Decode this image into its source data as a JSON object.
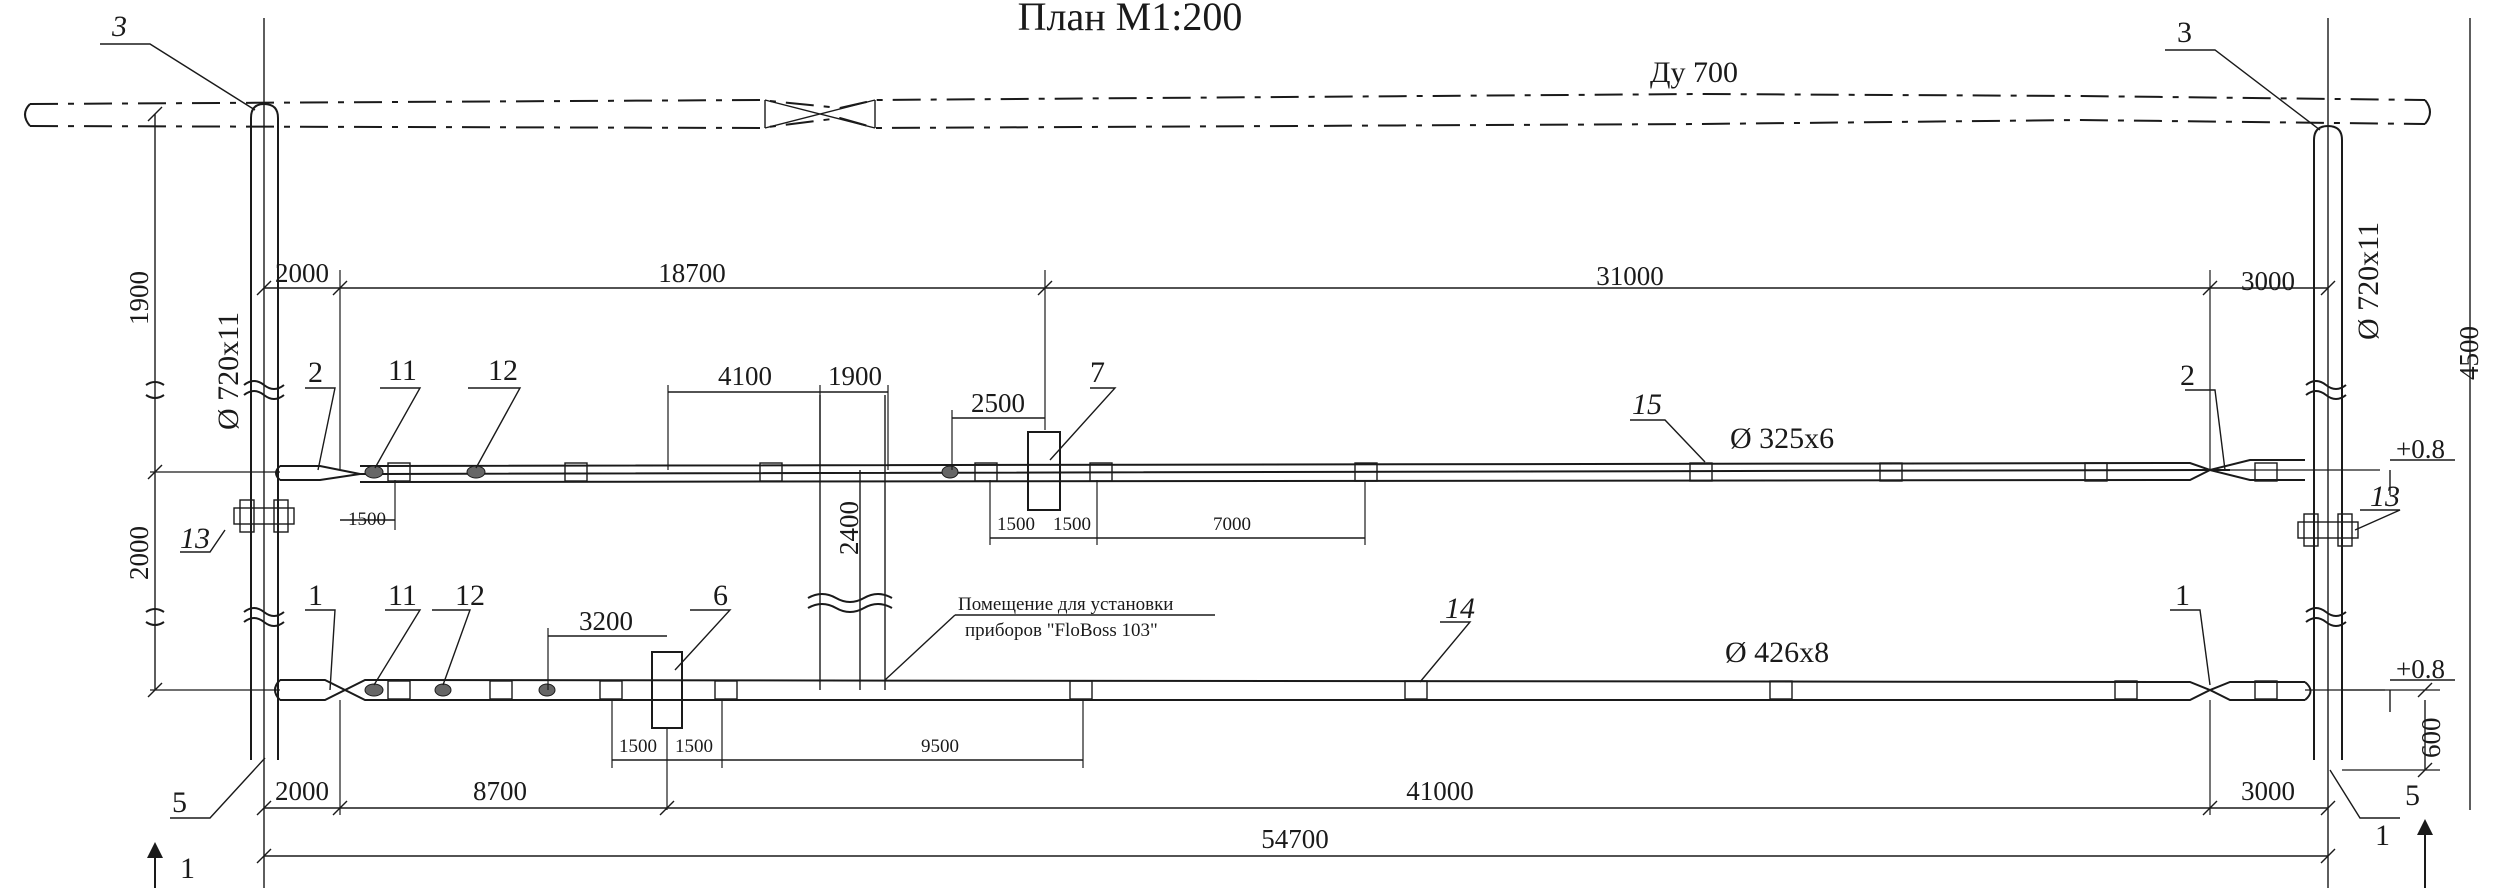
{
  "title": "План М1:200",
  "pipes": {
    "main": "Ду 700",
    "riser": "Ø 720х11",
    "upper": "Ø 325х6",
    "lower": "Ø 426х8"
  },
  "room_label": [
    "Помещение для установки",
    "приборов \"FloBoss 103\""
  ],
  "dims": {
    "top": [
      "2000",
      "18700",
      "31000",
      "3000"
    ],
    "upper_small": [
      "4100",
      "1900",
      "2500"
    ],
    "upper_below": [
      "1500",
      "1500",
      "1500",
      "7000"
    ],
    "lower_small": [
      "3200"
    ],
    "lower_below": [
      "1500",
      "1500",
      "9500"
    ],
    "bottom": [
      "2000",
      "8700",
      "41000",
      "3000"
    ],
    "total": "54700",
    "vert_left": [
      "1900",
      "2000"
    ],
    "vert_mid": "2400",
    "vert_right": [
      "4500",
      "600"
    ],
    "elev": [
      "+0.8",
      "+0.8"
    ]
  },
  "leaders": {
    "l3a": "3",
    "l3b": "3",
    "l2a": "2",
    "l2b": "2",
    "l11a": "11",
    "l12a": "12",
    "l7": "7",
    "l6": "6",
    "l1a": "1",
    "l1b": "1",
    "l11b": "11",
    "l12b": "12",
    "l5a": "5",
    "l5b": "5",
    "l13a": "13",
    "l13b": "13",
    "l14": "14",
    "l15": "15"
  },
  "section": [
    "1",
    "1"
  ]
}
